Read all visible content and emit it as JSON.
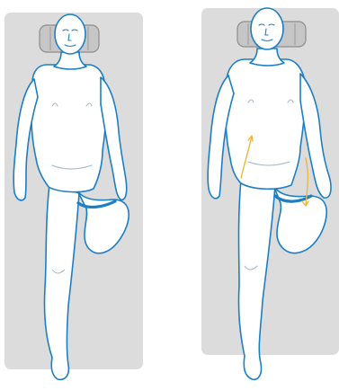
{
  "figures": [
    {
      "id": "left",
      "mat_color": "#dcdcdc",
      "pillow_color": "#c8c8c8",
      "body_fill": "#ffffff",
      "outline_color": "#1c7fc4",
      "pose": "supine-one-hip-flexed"
    },
    {
      "id": "right",
      "mat_color": "#dcdcdc",
      "pillow_color": "#c8c8c8",
      "body_fill": "#ffffff",
      "outline_color": "#1c7fc4",
      "stretch_arrow_color": "#f0b63c",
      "pose": "supine-one-hip-flexed-with-stretch-arrows"
    }
  ],
  "icons": [
    "pillow-icon",
    "stretch-arrow-icon"
  ]
}
